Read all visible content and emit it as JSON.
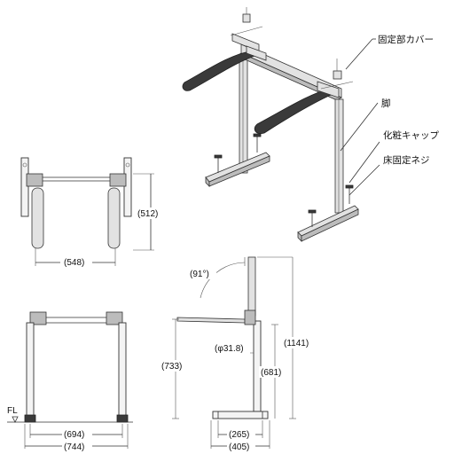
{
  "callouts": {
    "cover": "固定部カバー",
    "leg": "脚",
    "cap": "化粧キャップ",
    "screw": "床固定ネジ"
  },
  "dimensions": {
    "top_depth": "(512)",
    "top_width": "(548)",
    "angle": "(91°)",
    "diameter": "(φ31.8)",
    "seat_height": "(733)",
    "leg_height": "(681)",
    "total_height": "(1141)",
    "inner_width": "(694)",
    "outer_width": "(744)",
    "base_inner": "(265)",
    "base_outer": "(405)",
    "floor_level": "FL"
  }
}
